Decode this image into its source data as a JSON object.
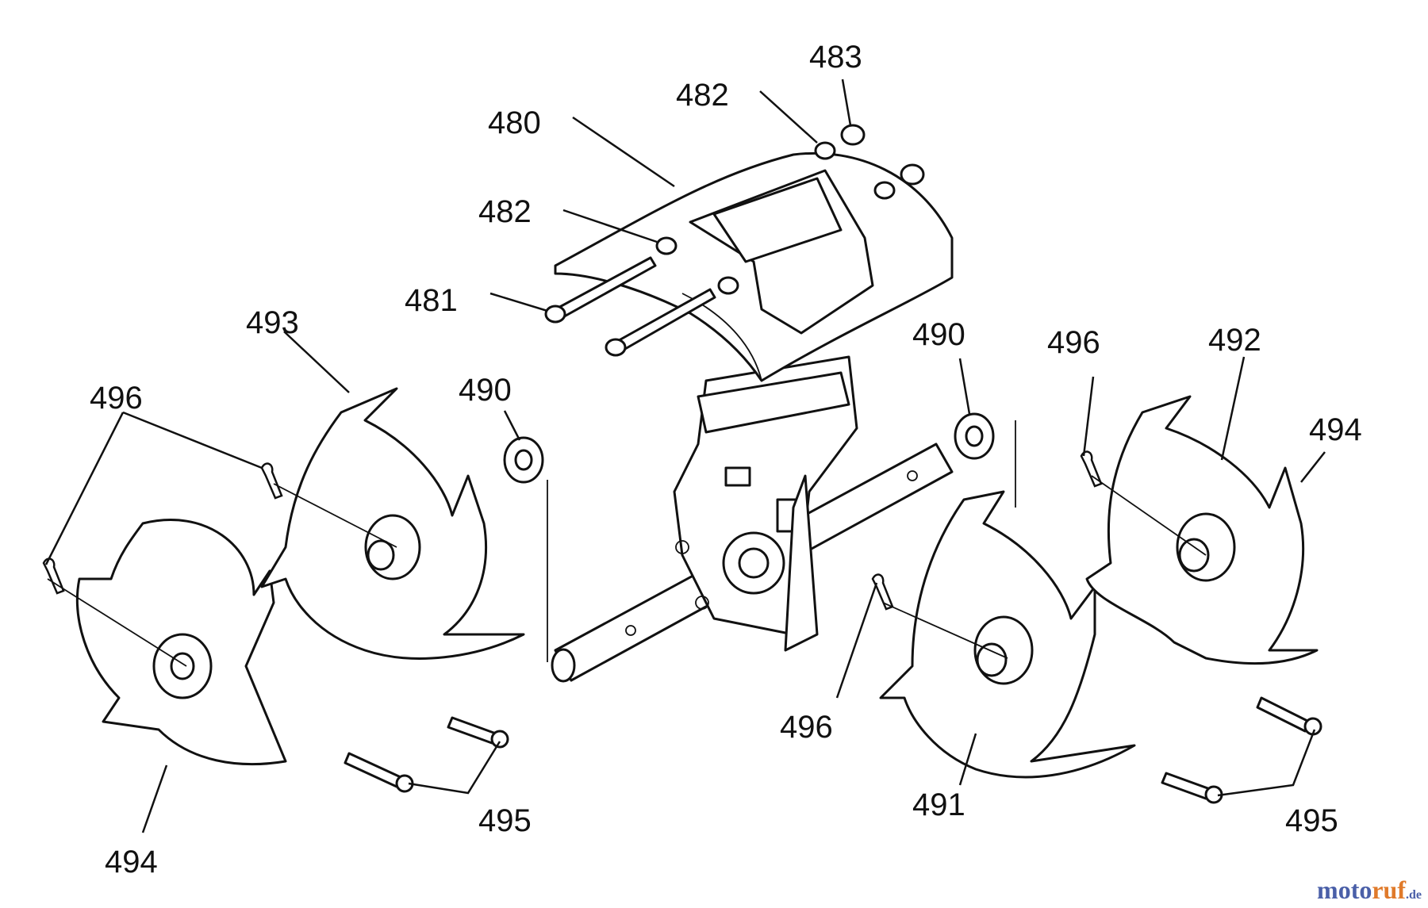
{
  "labels": {
    "l480": "480",
    "l481": "481",
    "l482a": "482",
    "l482b": "482",
    "l483": "483",
    "l490a": "490",
    "l490b": "490",
    "l491": "491",
    "l492": "492",
    "l493": "493",
    "l494a": "494",
    "l494b": "494",
    "l495a": "495",
    "l495b": "495",
    "l496a": "496",
    "l496b": "496",
    "l496c": "496"
  },
  "watermark": {
    "part1": "moto",
    "part2": "ruf",
    "part3": ".de"
  }
}
